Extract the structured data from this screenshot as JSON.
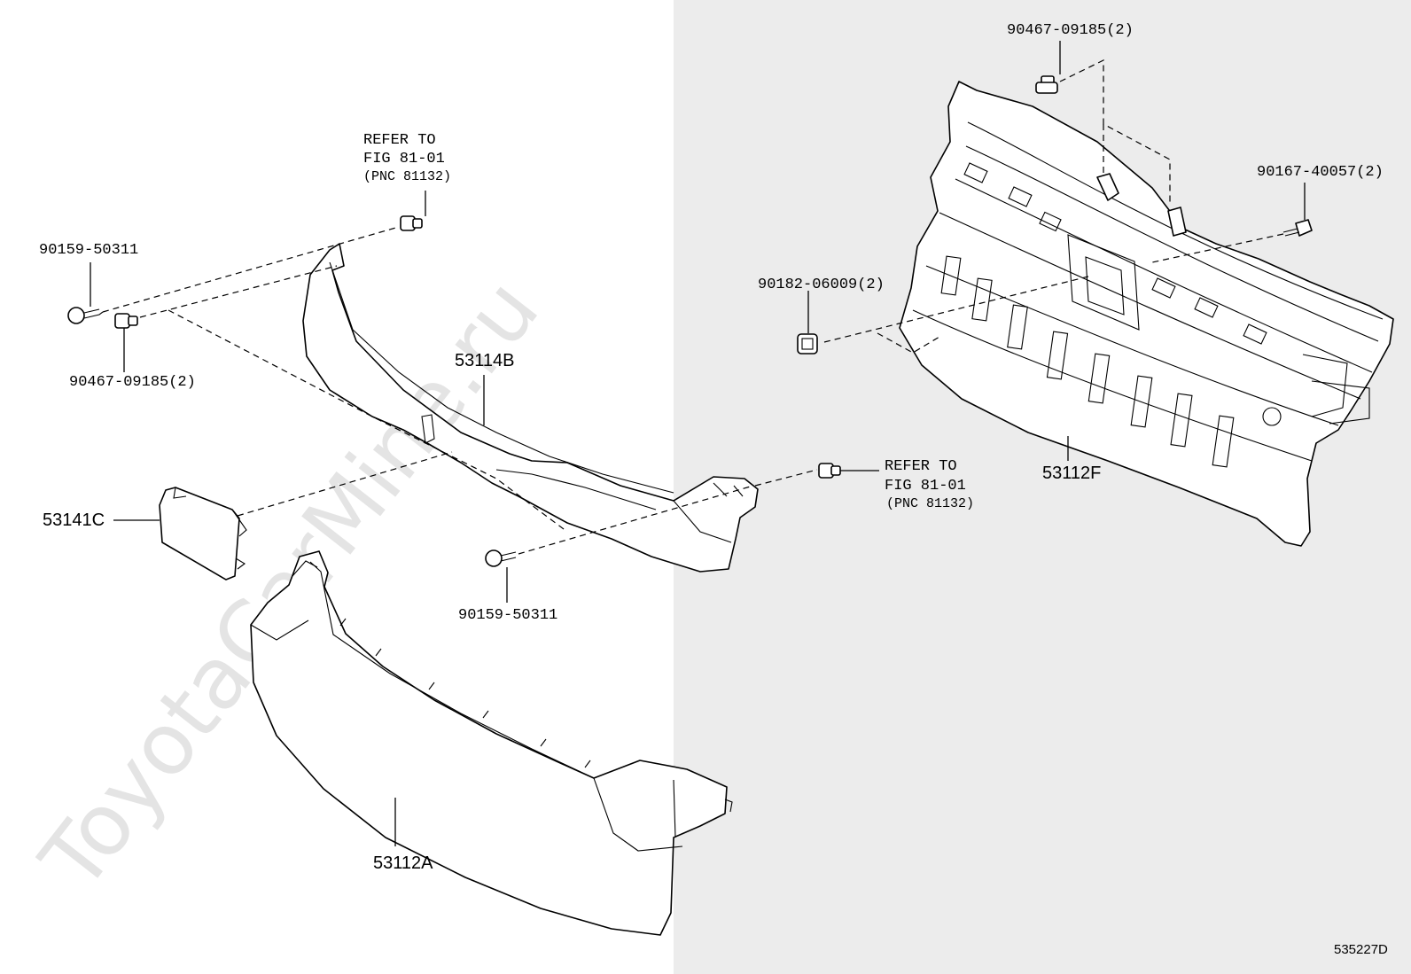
{
  "labels": {
    "top_right_screw": "90467-09185(2)",
    "right_bolt": "90167-40057(2)",
    "right_nut": "90182-06009(2)",
    "left_bolt": "90159-50311",
    "left_clip": "90467-09185(2)",
    "mid_bolt": "90159-50311",
    "part_53114b": "53114B",
    "part_53141c": "53141C",
    "part_53112a": "53112A",
    "part_53112f": "53112F"
  },
  "refer_top": {
    "line1": "REFER TO",
    "line2": "FIG 81-01",
    "line3": "(PNC 81132)"
  },
  "refer_right": {
    "line1": "REFER TO",
    "line2": "FIG 81-01",
    "line3": "(PNC 81132)"
  },
  "watermark": "ToyotaCarMine.ru",
  "figure_code": "535227D",
  "colors": {
    "right_background": "#ececec",
    "line": "#000000",
    "watermark": "#e4e4e4"
  }
}
